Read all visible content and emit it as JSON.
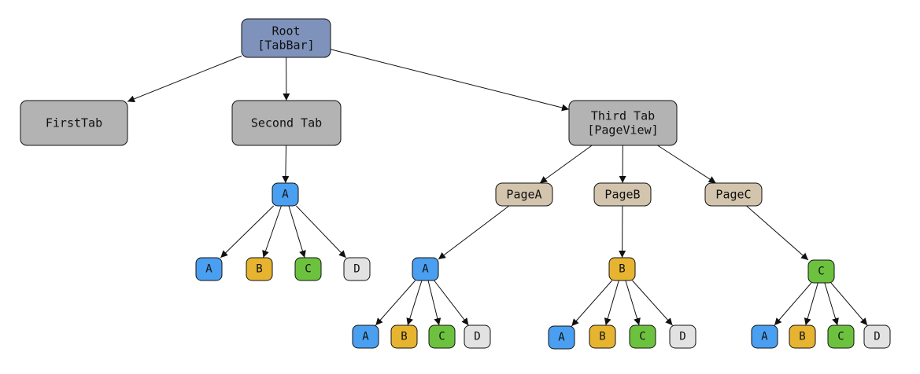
{
  "colors": {
    "root": "#7e92bb",
    "tab": "#b3b3b3",
    "page": "#d3c4ad",
    "A": "#4a9ff0",
    "B": "#e6b431",
    "C": "#6cc23e",
    "D": "#e2e2e2",
    "line": "#111111",
    "background": "#ffffff"
  },
  "diagram": {
    "nodes": [
      {
        "id": "root",
        "lines": [
          "Root",
          "[TabBar]"
        ],
        "kind": "root"
      },
      {
        "id": "first_tab",
        "lines": [
          "FirstTab"
        ],
        "kind": "tab"
      },
      {
        "id": "second_tab",
        "lines": [
          "Second Tab"
        ],
        "kind": "tab"
      },
      {
        "id": "third_tab",
        "lines": [
          "Third Tab",
          "[PageView]"
        ],
        "kind": "tab"
      },
      {
        "id": "st_a",
        "lines": [
          "A"
        ],
        "kind": "A"
      },
      {
        "id": "st_a_a",
        "lines": [
          "A"
        ],
        "kind": "A"
      },
      {
        "id": "st_a_b",
        "lines": [
          "B"
        ],
        "kind": "B"
      },
      {
        "id": "st_a_c",
        "lines": [
          "C"
        ],
        "kind": "C"
      },
      {
        "id": "st_a_d",
        "lines": [
          "D"
        ],
        "kind": "D"
      },
      {
        "id": "page_a",
        "lines": [
          "PageA"
        ],
        "kind": "page"
      },
      {
        "id": "page_b",
        "lines": [
          "PageB"
        ],
        "kind": "page"
      },
      {
        "id": "page_c",
        "lines": [
          "PageC"
        ],
        "kind": "page"
      },
      {
        "id": "pa_a",
        "lines": [
          "A"
        ],
        "kind": "A"
      },
      {
        "id": "pa_a_a",
        "lines": [
          "A"
        ],
        "kind": "A"
      },
      {
        "id": "pa_a_b",
        "lines": [
          "B"
        ],
        "kind": "B"
      },
      {
        "id": "pa_a_c",
        "lines": [
          "C"
        ],
        "kind": "C"
      },
      {
        "id": "pa_a_d",
        "lines": [
          "D"
        ],
        "kind": "D"
      },
      {
        "id": "pb_b",
        "lines": [
          "B"
        ],
        "kind": "B"
      },
      {
        "id": "pb_b_a",
        "lines": [
          "A"
        ],
        "kind": "A"
      },
      {
        "id": "pb_b_b",
        "lines": [
          "B"
        ],
        "kind": "B"
      },
      {
        "id": "pb_b_c",
        "lines": [
          "C"
        ],
        "kind": "C"
      },
      {
        "id": "pb_b_d",
        "lines": [
          "D"
        ],
        "kind": "D"
      },
      {
        "id": "pc_c",
        "lines": [
          "C"
        ],
        "kind": "C"
      },
      {
        "id": "pc_c_a",
        "lines": [
          "A"
        ],
        "kind": "A"
      },
      {
        "id": "pc_c_b",
        "lines": [
          "B"
        ],
        "kind": "B"
      },
      {
        "id": "pc_c_c",
        "lines": [
          "C"
        ],
        "kind": "C"
      },
      {
        "id": "pc_c_d",
        "lines": [
          "D"
        ],
        "kind": "D"
      }
    ],
    "edges": [
      [
        "root",
        "first_tab"
      ],
      [
        "root",
        "second_tab"
      ],
      [
        "root",
        "third_tab"
      ],
      [
        "second_tab",
        "st_a"
      ],
      [
        "st_a",
        "st_a_a"
      ],
      [
        "st_a",
        "st_a_b"
      ],
      [
        "st_a",
        "st_a_c"
      ],
      [
        "st_a",
        "st_a_d"
      ],
      [
        "third_tab",
        "page_a"
      ],
      [
        "third_tab",
        "page_b"
      ],
      [
        "third_tab",
        "page_c"
      ],
      [
        "page_a",
        "pa_a"
      ],
      [
        "pa_a",
        "pa_a_a"
      ],
      [
        "pa_a",
        "pa_a_b"
      ],
      [
        "pa_a",
        "pa_a_c"
      ],
      [
        "pa_a",
        "pa_a_d"
      ],
      [
        "page_b",
        "pb_b"
      ],
      [
        "pb_b",
        "pb_b_a"
      ],
      [
        "pb_b",
        "pb_b_b"
      ],
      [
        "pb_b",
        "pb_b_c"
      ],
      [
        "pb_b",
        "pb_b_d"
      ],
      [
        "page_c",
        "pc_c"
      ],
      [
        "pc_c",
        "pc_c_a"
      ],
      [
        "pc_c",
        "pc_c_b"
      ],
      [
        "pc_c",
        "pc_c_c"
      ],
      [
        "pc_c",
        "pc_c_d"
      ]
    ]
  }
}
